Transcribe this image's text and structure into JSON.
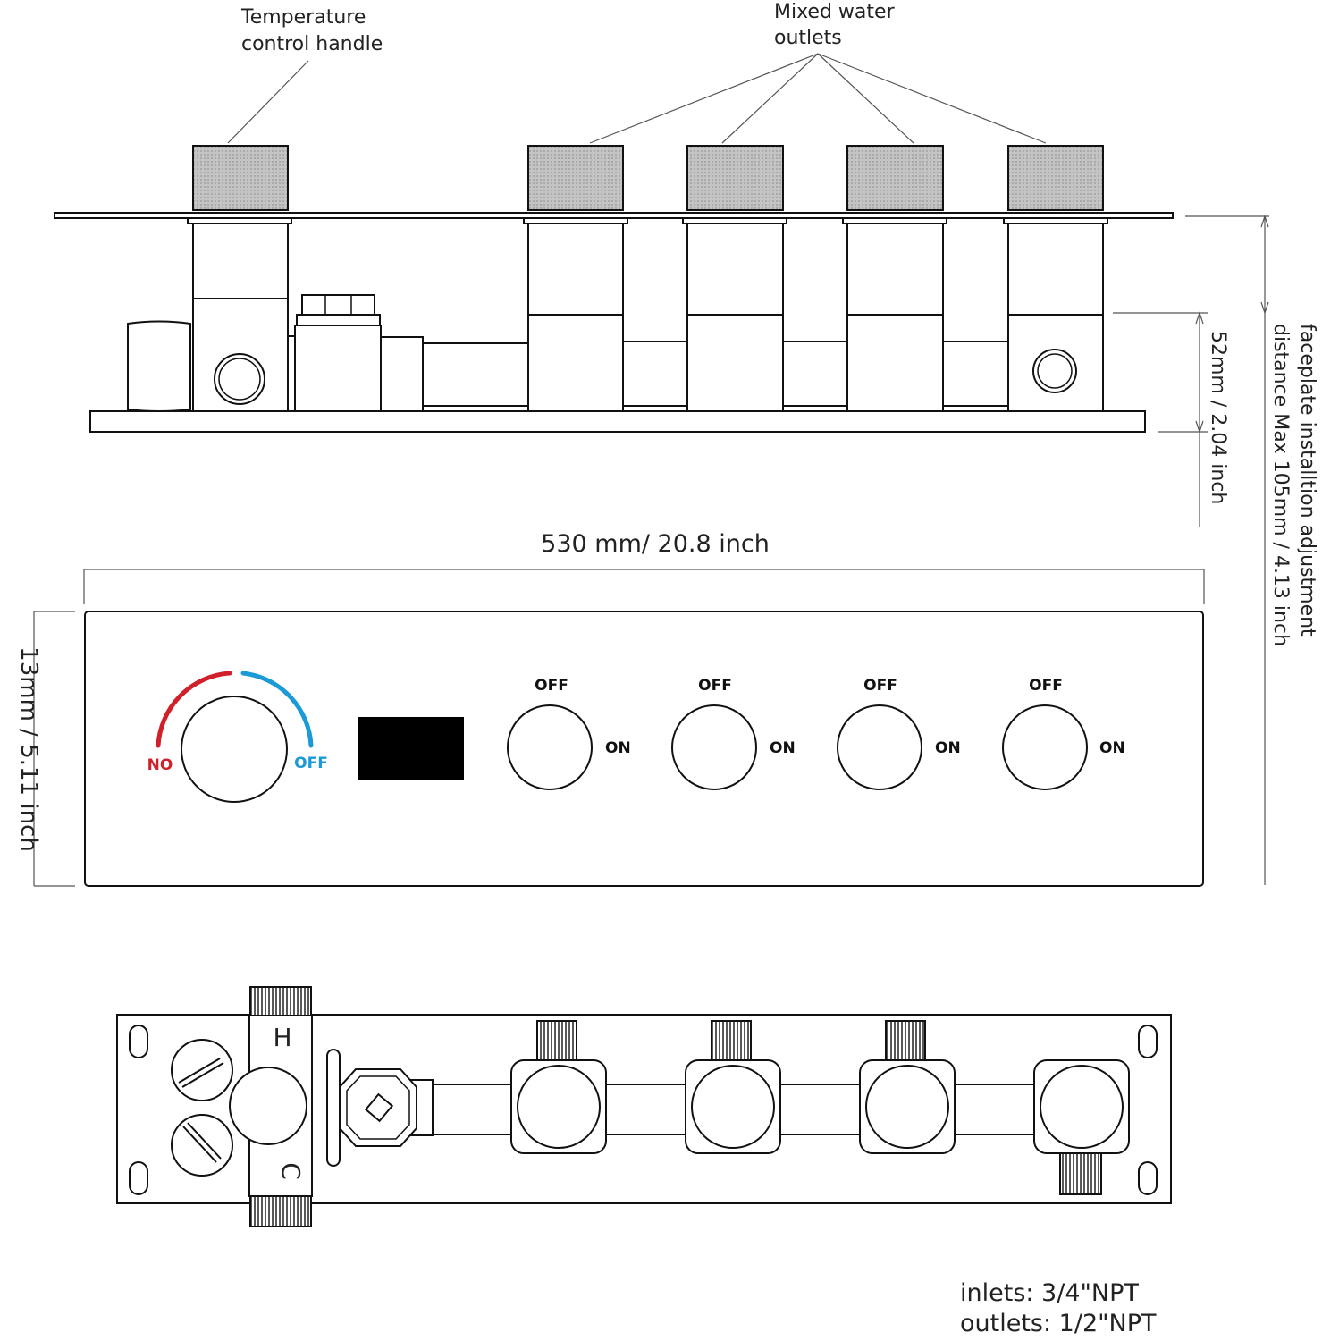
{
  "side_view": {
    "callout_handle": [
      "Temperature",
      "control handle"
    ],
    "callout_outlets": [
      "Mixed water",
      "outlets"
    ]
  },
  "dimensions": {
    "width": "530 mm/ 20.8 inch",
    "height": "13mm / 5.11 inch",
    "depth": "52mm /  2.04 inch",
    "adjust_line1": "faceplate installtion adjustment",
    "adjust_line2": "distance Max 105mm / 4.13 inch"
  },
  "front_panel": {
    "dial_left": "NO",
    "dial_right": "OFF",
    "switches": [
      {
        "top": "OFF",
        "side": "ON"
      },
      {
        "top": "OFF",
        "side": "ON"
      },
      {
        "top": "OFF",
        "side": "ON"
      },
      {
        "top": "OFF",
        "side": "ON"
      }
    ]
  },
  "valve": {
    "hot": "H",
    "cold": "C"
  },
  "notes": {
    "inlets": "inlets: 3/4\"NPT",
    "outlets": "outlets: 1/2\"NPT"
  },
  "colors": {
    "hot": "#d0202a",
    "cold": "#1a9ad6",
    "knob_texture": "#bdbdbd",
    "display": "#000000"
  }
}
